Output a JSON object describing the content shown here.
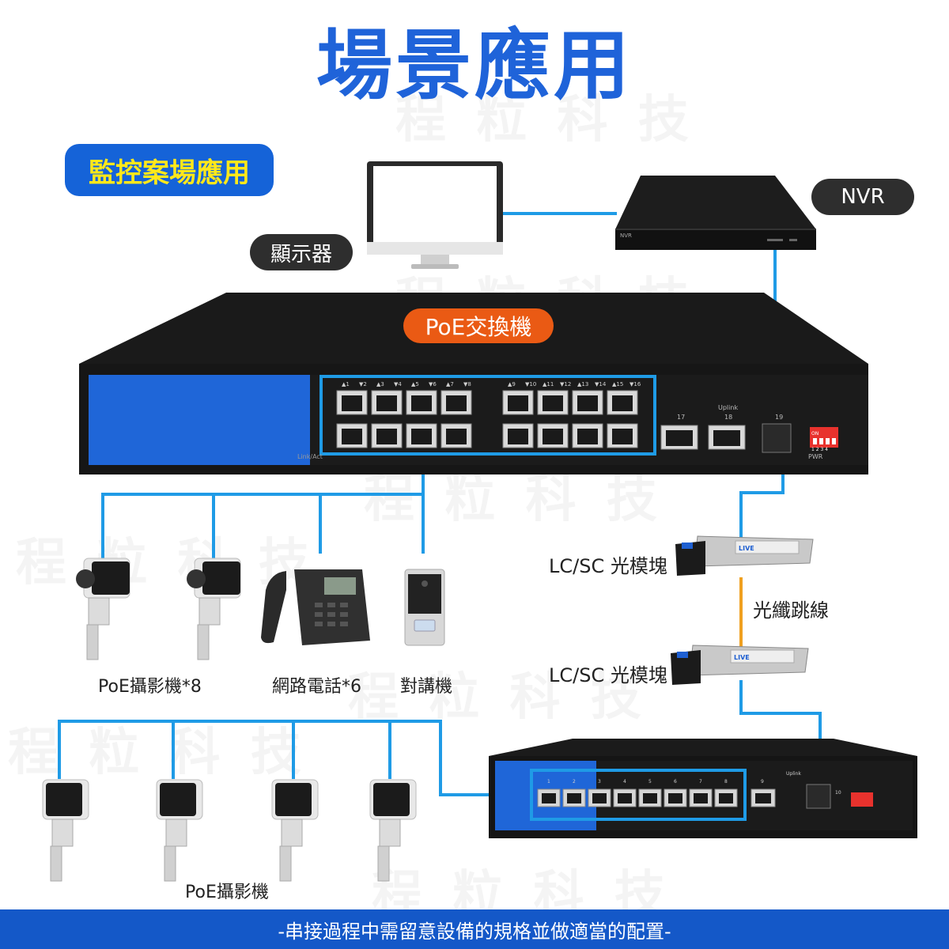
{
  "title": "場景應用",
  "subtitle_badge": "監控案場應用",
  "labels": {
    "monitor": "顯示器",
    "nvr": "NVR",
    "nvr_brand": "NVR",
    "switch": "PoE交換機",
    "sfp_top": "LC/SC 光模塊",
    "fiber": "光纖跳線",
    "sfp_bottom": "LC/SC 光模塊",
    "camera_group1": "PoE攝影機*8",
    "phone": "網路電話*6",
    "intercom": "對講機",
    "camera_group2": "PoE攝影機"
  },
  "switch_top": {
    "link_act": "Link/Act",
    "uplink": "Uplink",
    "port17": "17",
    "port18": "18",
    "port19": "19",
    "pwr": "PWR",
    "dip_on": "ON",
    "dip_nums": "1 2 3 4",
    "port_labels_a": [
      "▲1",
      "▼2",
      "▲3",
      "▼4",
      "▲5",
      "▼6",
      "▲7",
      "▼8"
    ],
    "port_labels_b": [
      "▲9",
      "▼10",
      "▲11",
      "▼12",
      "▲13",
      "▼14",
      "▲15",
      "▼16"
    ]
  },
  "switch_bottom": {
    "uplink": "Uplink",
    "ports": [
      "1",
      "2",
      "3",
      "4",
      "5",
      "6",
      "7",
      "8"
    ],
    "port9": "9",
    "port10": "10"
  },
  "sfp_brand": "LIVE",
  "watermark": "程 粒 科 技",
  "footer": "-串接過程中需留意設備的規格並做適當的配置-",
  "colors": {
    "title_blue": "#1f63d9",
    "badge_blue": "#1563d8",
    "badge_text": "#ffe81a",
    "accent_orange": "#ea5a14",
    "line_blue": "#1f9be6",
    "fiber_orange": "#f0a020",
    "footer_blue": "#1458c8"
  }
}
